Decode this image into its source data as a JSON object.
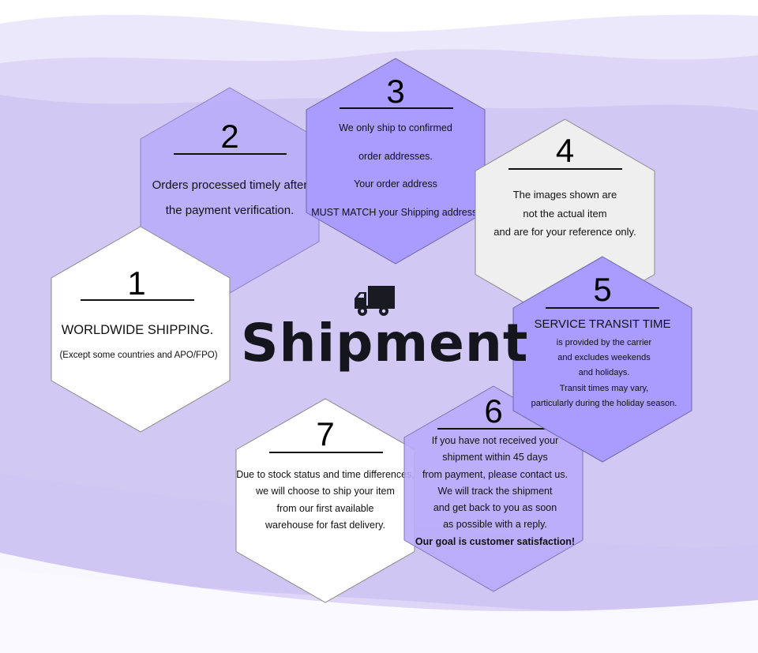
{
  "title": "Shipment",
  "colors": {
    "purple_dark": "#a99bff",
    "purple_light": "#b8aafa",
    "gray_panel": "#efefef",
    "white_panel": "#ffffff"
  },
  "icon": "truck-icon",
  "steps": [
    {
      "number": "1",
      "heading": "WORLDWIDE SHIPPING.",
      "lines": [
        "(Except some countries and APO/FPO)"
      ]
    },
    {
      "number": "2",
      "lines": [
        "Orders processed timely after",
        "the payment verification."
      ]
    },
    {
      "number": "3",
      "lines": [
        "We only ship to confirmed",
        "order addresses.",
        "Your order address",
        "MUST MATCH your Shipping address."
      ]
    },
    {
      "number": "4",
      "lines": [
        "The images shown are",
        "not the actual item",
        "and are for your reference only."
      ]
    },
    {
      "number": "5",
      "heading": "SERVICE TRANSIT TIME",
      "lines": [
        "is provided by the carrier",
        "and excludes weekends",
        "and holidays.",
        "Transit times may vary,",
        "particularly during the holiday season."
      ]
    },
    {
      "number": "6",
      "lines": [
        "If you have not received your",
        "shipment within 45 days",
        "from payment, please contact us.",
        "We will track the shipment",
        "and get back to you as soon",
        "as possible with a reply."
      ],
      "emphasis": "Our goal is customer satisfaction!"
    },
    {
      "number": "7",
      "lines": [
        "Due to stock status and time differences,",
        "we will choose to ship your item",
        "from our first available",
        "warehouse for fast delivery."
      ]
    }
  ]
}
